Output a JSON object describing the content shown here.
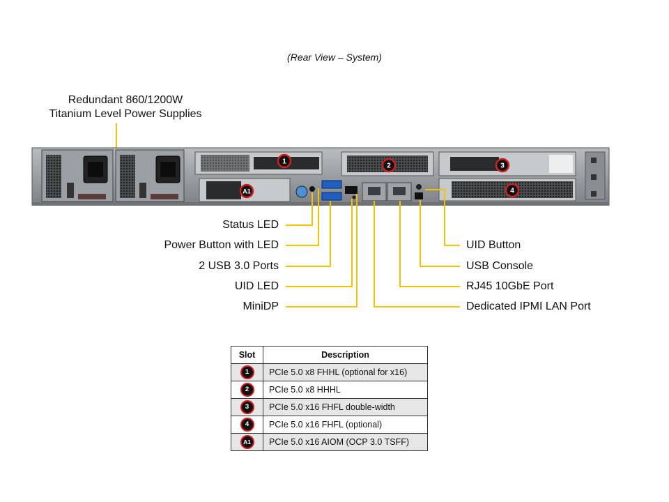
{
  "caption": "(Rear View – System)",
  "psu_label": {
    "line1": "Redundant 860/1200W",
    "line2": "Titanium Level Power Supplies"
  },
  "callouts_left": [
    {
      "name": "status-led-label",
      "text": "Status LED"
    },
    {
      "name": "power-button-label",
      "text": "Power Button with LED"
    },
    {
      "name": "usb-ports-label",
      "text": "2 USB 3.0 Ports"
    },
    {
      "name": "uid-led-label",
      "text": "UID LED"
    },
    {
      "name": "minidp-label",
      "text": "MiniDP"
    }
  ],
  "callouts_right": [
    {
      "name": "uid-button-label",
      "text": "UID Button"
    },
    {
      "name": "usb-console-label",
      "text": "USB Console"
    },
    {
      "name": "rj45-label",
      "text": "RJ45 10GbE Port"
    },
    {
      "name": "ipmi-label",
      "text": "Dedicated IPMI LAN Port"
    }
  ],
  "badges_on_chassis": [
    "1",
    "2",
    "3",
    "4",
    "A1"
  ],
  "table": {
    "headers": [
      "Slot",
      "Description"
    ],
    "rows": [
      {
        "slot": "1",
        "description": "PCIe 5.0 x8 FHHL (optional for x16)"
      },
      {
        "slot": "2",
        "description": "PCIe 5.0 x8 HHHL"
      },
      {
        "slot": "3",
        "description": "PCIe 5.0 x16 FHFL double-width"
      },
      {
        "slot": "4",
        "description": "PCIe 5.0 x16 FHFL (optional)"
      },
      {
        "slot": "A1",
        "description": "PCIe 5.0 x16 AIOM (OCP 3.0 TSFF)"
      }
    ]
  },
  "colors": {
    "leader_line": "#f2c200",
    "badge_ring": "#d21f1f",
    "badge_fill": "#111111",
    "chassis": "#8f9397"
  }
}
